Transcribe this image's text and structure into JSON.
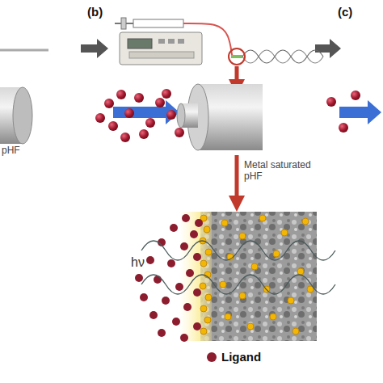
{
  "diagram": {
    "labels": [
      "(b)",
      "(c)",
      "pHF",
      "Metal saturated pHF",
      "hν"
    ],
    "legend": [
      {
        "text": "Ligand",
        "color": "#8c1d2f"
      }
    ]
  }
}
